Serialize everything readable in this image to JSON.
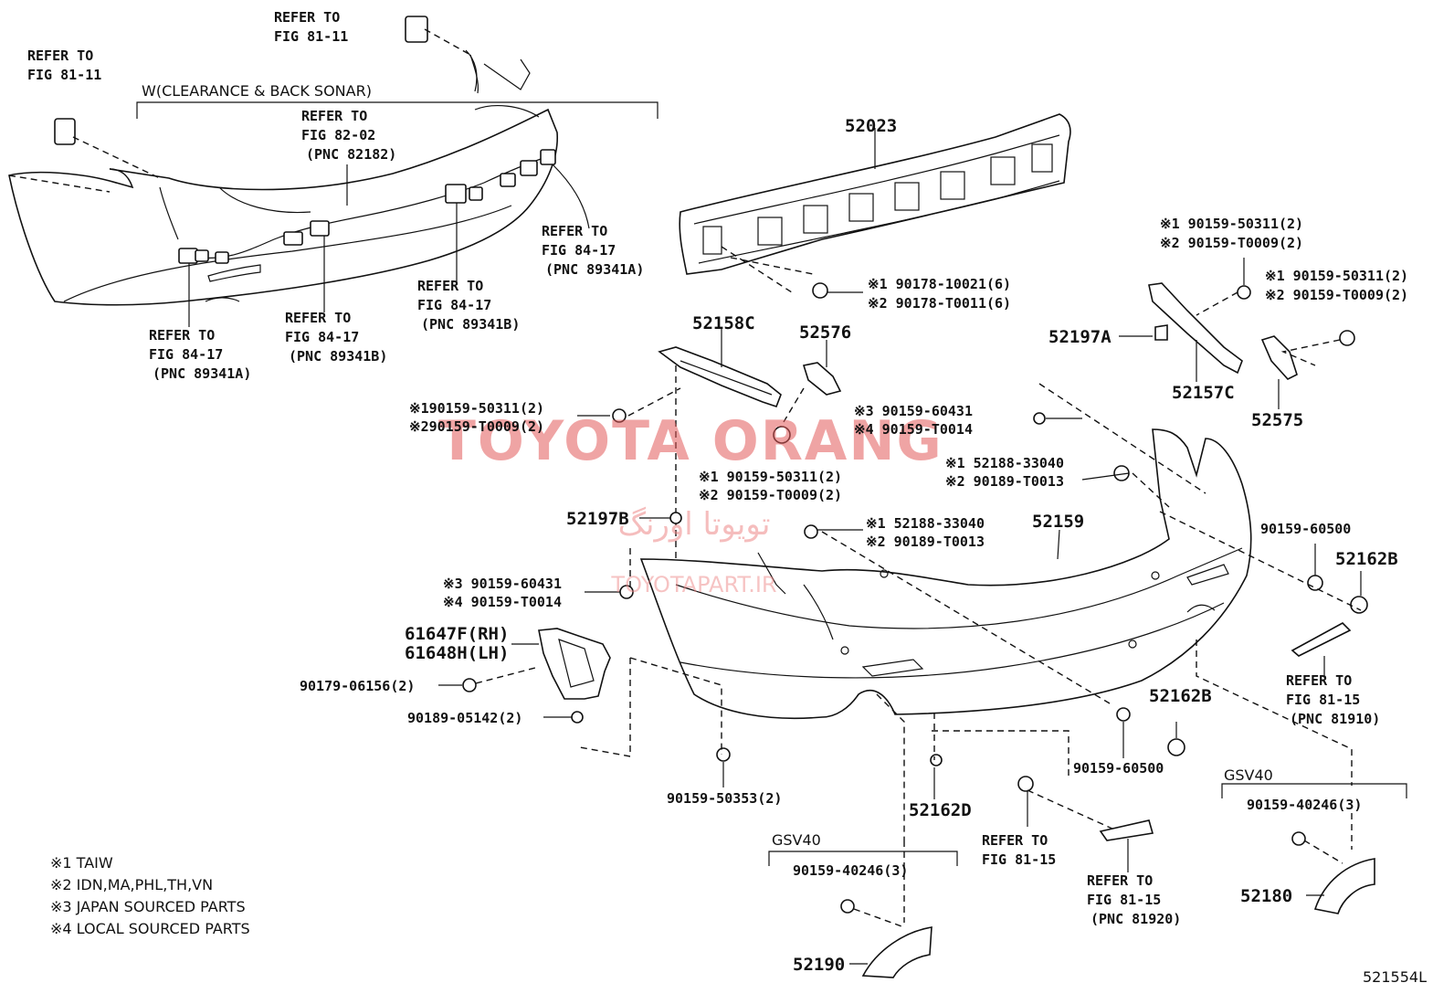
{
  "labels": {
    "refer_fig_81_11_a": [
      "REFER TO",
      "FIG 81-11"
    ],
    "refer_fig_81_11_b": [
      "REFER TO",
      "FIG 81-11"
    ],
    "sonar_group": "W(CLEARANCE & BACK SONAR)",
    "refer_fig_82_02": [
      "REFER TO",
      "FIG 82-02",
      "(PNC 82182)"
    ],
    "refer_fig_84_17_a": [
      "REFER TO",
      "FIG 84-17",
      "(PNC 89341A)"
    ],
    "refer_fig_84_17_b": [
      "REFER TO",
      "FIG 84-17",
      "(PNC 89341B)"
    ],
    "refer_fig_84_17_c": [
      "REFER TO",
      "FIG 84-17",
      "(PNC 89341B)"
    ],
    "refer_fig_84_17_d": [
      "REFER TO",
      "FIG 84-17",
      "(PNC 89341A)"
    ],
    "p52023": "52023",
    "bolt_90178": [
      "※1 90178-10021(6)",
      "※2 90178-T0011(6)"
    ],
    "p52158c": "52158C",
    "p52576": "52576",
    "clip_left_upper": [
      "※190159-50311(2)",
      "※290159-T0009(2)"
    ],
    "clip_center": [
      "※1 90159-50311(2)",
      "※2 90159-T0009(2)"
    ],
    "screw_60431_center": [
      "※3 90159-60431",
      "※4 90159-T0014"
    ],
    "screw_60431_left": [
      "※3 90159-60431",
      "※4 90159-T0014"
    ],
    "clip_52188_right": [
      "※1 52188-33040",
      "※2 90189-T0013"
    ],
    "clip_52188_center": [
      "※1 52188-33040",
      "※2 90189-T0013"
    ],
    "p52197b": "52197B",
    "p52159": "52159",
    "p52197a": "52197A",
    "clip_top_right_1": [
      "※1 90159-50311(2)",
      "※2 90159-T0009(2)"
    ],
    "clip_top_right_2": [
      "※1 90159-50311(2)",
      "※2 90159-T0009(2)"
    ],
    "p52157c": "52157C",
    "p52575": "52575",
    "p90159_60500_right": "90159-60500",
    "p52162b_right": "52162B",
    "refer_fig_81_15_right": [
      "REFER TO",
      "FIG 81-15",
      "(PNC 81910)"
    ],
    "p61647f": "61647F(RH)",
    "p61648h": "61648H(LH)",
    "p90179_06156": "90179-06156(2)",
    "p90189_05142": "90189-05142(2)",
    "p90159_50353": "90159-50353(2)",
    "p52162b_center": "52162B",
    "p90159_60500_center": "90159-60500",
    "p52162d": "52162D",
    "refer_fig_81_15_center": [
      "REFER TO",
      "FIG 81-15"
    ],
    "refer_fig_81_15_bottom": [
      "REFER TO",
      "FIG 81-15",
      "(PNC 81920)"
    ],
    "gsv40_left": "GSV40",
    "gsv40_right": "GSV40",
    "p90159_40246_left": "90159-40246(3)",
    "p90159_40246_right": "90159-40246(3)",
    "p52190": "52190",
    "p52180": "52180"
  },
  "notes": [
    "※1 TAIW",
    "※2 IDN,MA,PHL,TH,VN",
    "※3 JAPAN SOURCED PARTS",
    "※4 LOCAL SOURCED PARTS"
  ],
  "watermark": {
    "title": "TOYOTA ORANG",
    "persian": "تویوتا اورنگ",
    "site": "TOYOTAPART.IR"
  },
  "illustration_id": "521554L"
}
